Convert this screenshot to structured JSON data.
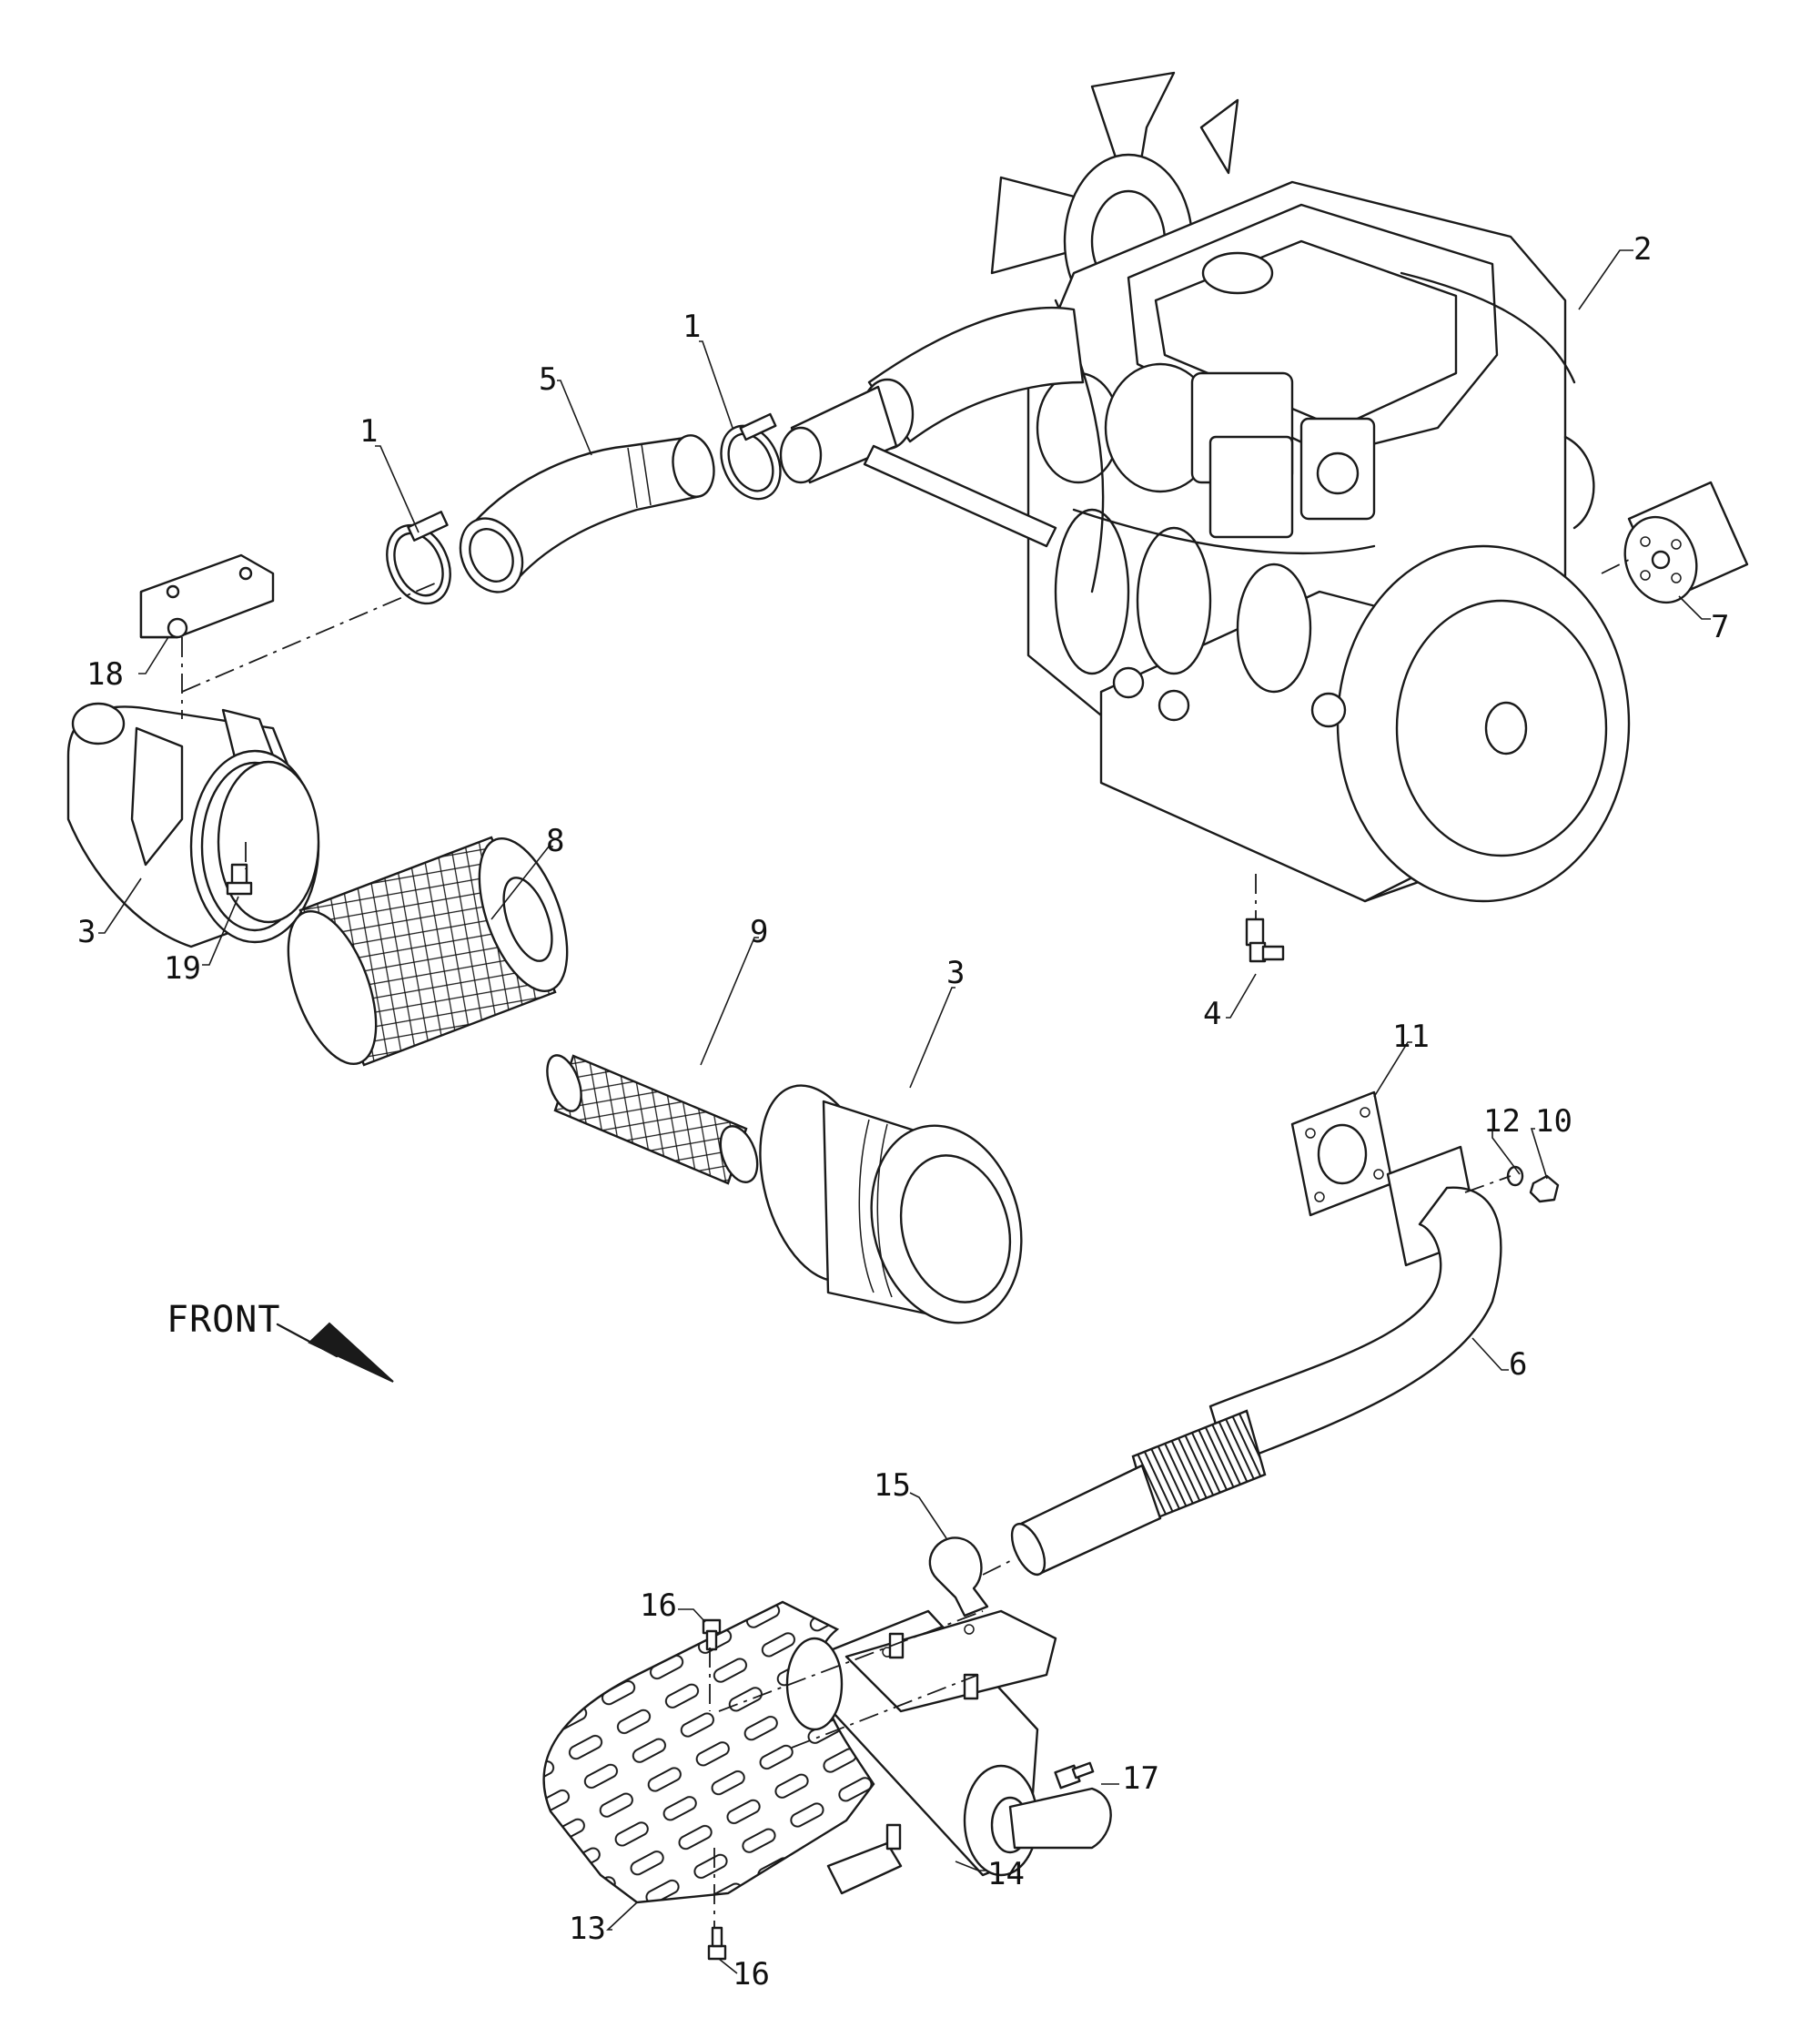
{
  "diagram": {
    "front_label": "FRONT",
    "callouts": [
      {
        "id": "1a",
        "text": "1"
      },
      {
        "id": "1b",
        "text": "1"
      },
      {
        "id": "2",
        "text": "2"
      },
      {
        "id": "3a",
        "text": "3"
      },
      {
        "id": "3b",
        "text": "3"
      },
      {
        "id": "4",
        "text": "4"
      },
      {
        "id": "5",
        "text": "5"
      },
      {
        "id": "6",
        "text": "6"
      },
      {
        "id": "7",
        "text": "7"
      },
      {
        "id": "8",
        "text": "8"
      },
      {
        "id": "9",
        "text": "9"
      },
      {
        "id": "10",
        "text": "10"
      },
      {
        "id": "11",
        "text": "11"
      },
      {
        "id": "12",
        "text": "12"
      },
      {
        "id": "13",
        "text": "13"
      },
      {
        "id": "14",
        "text": "14"
      },
      {
        "id": "15",
        "text": "15"
      },
      {
        "id": "16a",
        "text": "16"
      },
      {
        "id": "16b",
        "text": "16"
      },
      {
        "id": "17",
        "text": "17"
      },
      {
        "id": "18",
        "text": "18"
      },
      {
        "id": "19",
        "text": "19"
      }
    ]
  }
}
